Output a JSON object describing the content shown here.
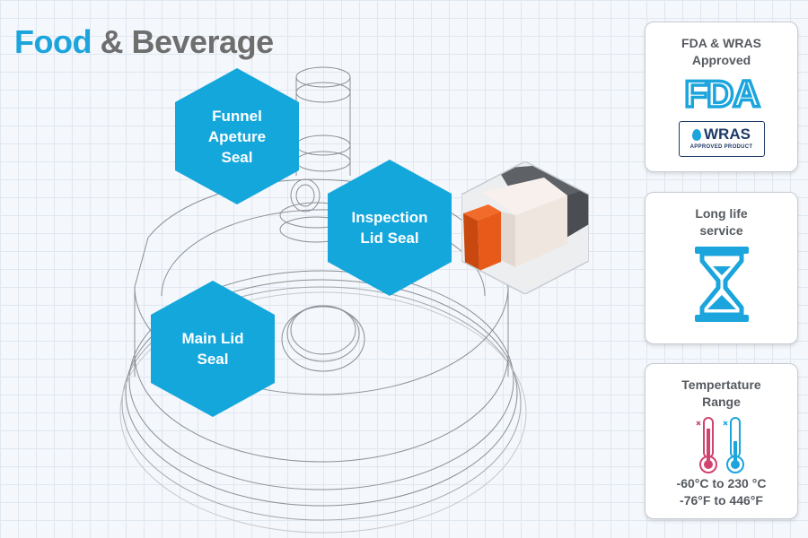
{
  "header": {
    "title_part1": "Food",
    "title_part2": "& Beverage"
  },
  "callouts": {
    "funnel": "Funnel\nApeture\nSeal",
    "inspection": "Inspection\nLid Seal",
    "main_lid": "Main Lid\nSeal"
  },
  "cards": {
    "approvals": {
      "title": "FDA & WRAS\nApproved",
      "fda_logo": "FDA",
      "wras_logo": "WRAS",
      "wras_sub": "APPROVED PRODUCT"
    },
    "life": {
      "title": "Long life\nservice",
      "icon": "hourglass-icon"
    },
    "temperature": {
      "title": "Tempertature\nRange",
      "range_c": "-60°C to 230 °C",
      "range_f": "-76°F to 446°F",
      "icons": [
        "hot-thermometer-icon",
        "cold-thermometer-icon"
      ]
    }
  },
  "colors": {
    "accent": "#14a7dc",
    "title_grey": "#6e6e6e",
    "text_grey": "#555a60",
    "hot": "#d2426f",
    "cold": "#1ba5dc"
  }
}
